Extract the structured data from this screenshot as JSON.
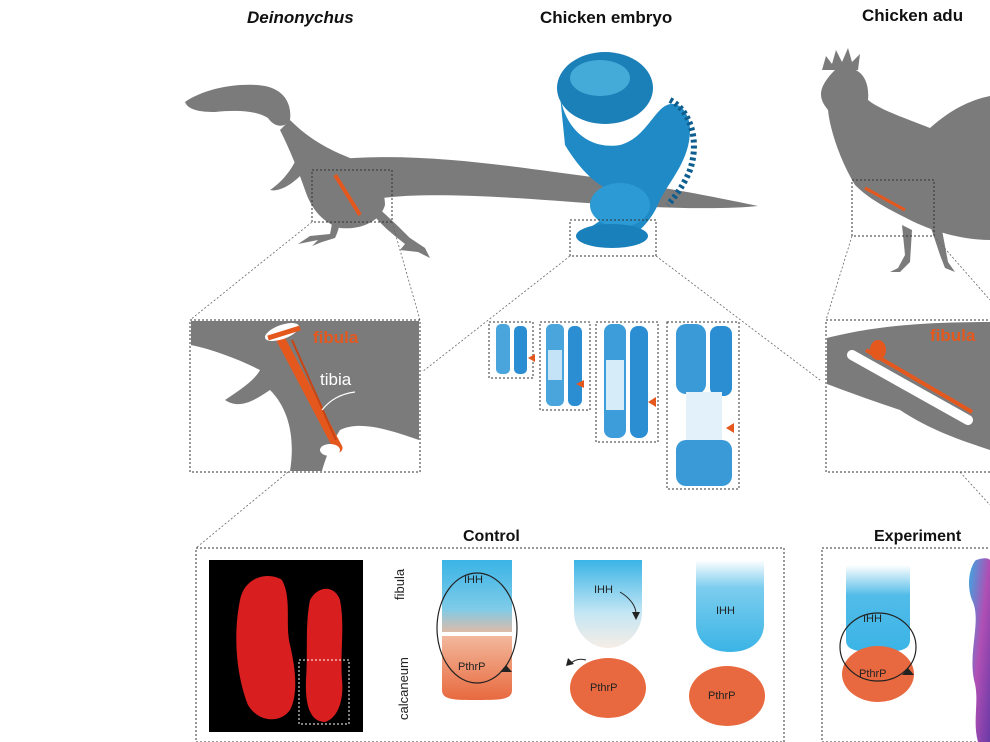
{
  "titles": {
    "deinonychus": "Deinonychus",
    "chicken_embryo": "Chicken embryo",
    "chicken_adult": "Chicken adu"
  },
  "labels": {
    "fibula_dino": "fibula",
    "tibia_dino": "tibia",
    "fibula_adult": "fibula"
  },
  "panels": {
    "control": "Control",
    "experiment": "Experiment"
  },
  "axis_labels": {
    "fibula": "fibula",
    "calcaneum": "calcaneum"
  },
  "genes": {
    "ihh": "IHH",
    "pthrp": "PthrP"
  },
  "colors": {
    "silhouette": "#7b7b7b",
    "bone_orange": "#e4581e",
    "cartilage_blue": "#2a8fd6",
    "ihh_cyan": "#3ab4e6",
    "pthrp_orange": "#e8693f",
    "fluor_red": "#d81e1e"
  }
}
